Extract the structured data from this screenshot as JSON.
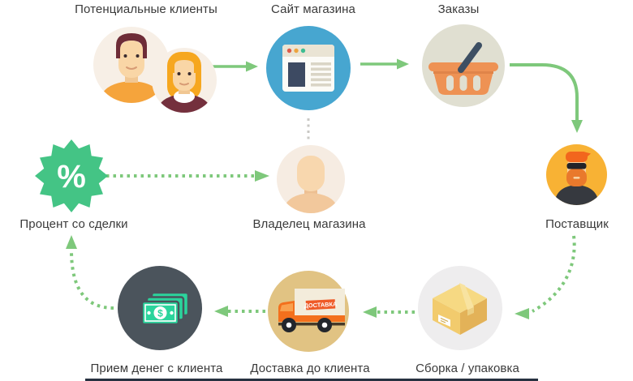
{
  "diagram": {
    "nodes": {
      "clients": {
        "label": "Потенциальные клиенты",
        "icon": "two-customers-icon"
      },
      "website": {
        "label": "Сайт магазина",
        "icon": "browser-window-icon"
      },
      "orders": {
        "label": "Заказы",
        "icon": "shopping-basket-icon"
      },
      "supplier": {
        "label": "Поставщик",
        "icon": "supplier-avatar-icon"
      },
      "percent": {
        "label": "Процент со сделки",
        "badge_symbol": "%",
        "icon": "percent-badge-icon"
      },
      "owner": {
        "label": "Владелец магазина",
        "icon": "owner-avatar-icon"
      },
      "packing": {
        "label": "Сборка / упаковка",
        "icon": "package-box-icon"
      },
      "delivery": {
        "label": "Доставка до клиента",
        "truck_sign": "ДОСТАВКА",
        "icon": "delivery-truck-icon"
      },
      "money": {
        "label": "Прием денег с клиента",
        "icon": "cash-bills-icon"
      }
    },
    "flows": [
      {
        "from": "clients",
        "to": "website",
        "style": "solid-arrow"
      },
      {
        "from": "website",
        "to": "orders",
        "style": "solid-arrow"
      },
      {
        "from": "orders",
        "to": "supplier",
        "style": "solid-curved-arrow"
      },
      {
        "from": "website",
        "to": "owner",
        "style": "gray-dotted-line"
      },
      {
        "from": "percent",
        "to": "owner",
        "style": "dotted-arrow"
      },
      {
        "from": "supplier",
        "to": "packing",
        "style": "dotted-curved-arrow"
      },
      {
        "from": "packing",
        "to": "delivery",
        "style": "dotted-arrow"
      },
      {
        "from": "delivery",
        "to": "money",
        "style": "dotted-arrow"
      },
      {
        "from": "money",
        "to": "percent",
        "style": "dotted-curved-arrow"
      }
    ],
    "colors": {
      "arrow_green": "#7ec87b",
      "dotted_gray": "#c9c8c4",
      "clients_circle": "#f7efe6",
      "website_circle": "#47a6d0",
      "orders_circle": "#e0dfd1",
      "basket_orange": "#ee9254",
      "supplier_circle": "#f8b234",
      "percent_green": "#44c485",
      "owner_circle": "#f6ece2",
      "packing_circle": "#eeedee",
      "box_yellow": "#f2cb6d",
      "delivery_circle": "#e1c383",
      "truck_orange": "#f3701d",
      "money_circle": "#4b545c",
      "bill_green": "#2bd49c",
      "label_text": "#3a3a3a",
      "footer_bar": "#273140"
    }
  }
}
